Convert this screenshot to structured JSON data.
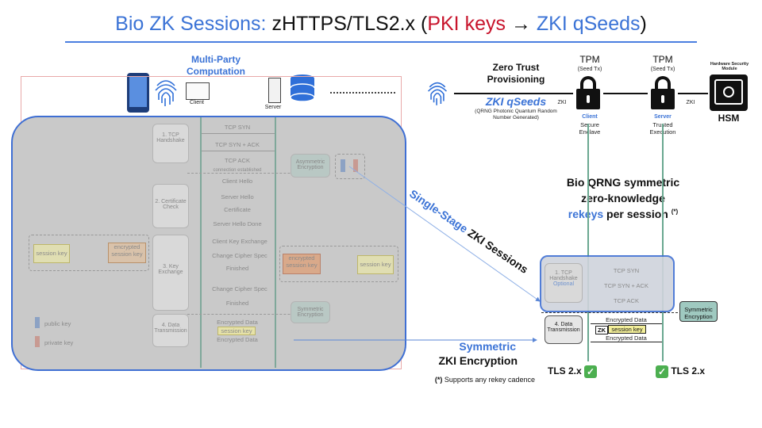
{
  "title": {
    "part1": "Bio ZK Sessions:",
    "part2": "zHTTPS/TLS2.x (",
    "part3": "PKI keys",
    "arrow": "→",
    "part4": "ZKI qSeeds",
    "part5": ")"
  },
  "mpc_label": "Multi-Party Computation",
  "left": {
    "client_label": "Client",
    "server_label": "Server",
    "steps": [
      "1. TCP Handshake",
      "2. Certificate Check",
      "3. Key Exchange",
      "4. Data Transmission"
    ],
    "messages": [
      "TCP SYN",
      "TCP SYN + ACK",
      "TCP ACK",
      "connection established",
      "Client Hello",
      "Server Hello",
      "Certificate",
      "Server Hello Done",
      "Client Key Exchange",
      "Change Cipher Spec",
      "Finished",
      "Change Cipher Spec",
      "Finished",
      "Encrypted Data",
      "session key",
      "Encrypted Data"
    ],
    "asymmetric": "Asymmetric Encryption",
    "symmetric": "Symmetric Encryption",
    "session_key": "session key",
    "encrypted_session_key": "encrypted session key",
    "public_key": "public key",
    "private_key": "private key"
  },
  "right": {
    "zero_trust": "Zero Trust Provisioning",
    "zki_qseeds": "ZKI qSeeds",
    "qrng_note": "(QRNG Photonic Quantum Random Number Generated)",
    "tpm_left": "TPM",
    "tpm_left_seed": "(Seed Tx)",
    "tpm_right": "TPM",
    "tpm_right_seed": "(Seed Tx)",
    "zki_left": "ZKI",
    "zki_right": "ZKI",
    "client_role": "Client",
    "client_desc": "Secure Enclave",
    "server_role": "Server",
    "server_desc": "Trusted Execution",
    "hsm_top": "Hardware Security Module",
    "hsm": "HSM",
    "bio_line1": "Bio QRNG symmetric",
    "bio_line2": "zero-knowledge",
    "bio_rekeys": "rekeys",
    "bio_line3": "per session",
    "asterisk": "(*)",
    "single_stage_a": "Single-Stage",
    "single_stage_b": "ZKI Sessions",
    "mini_step1": "1. TCP Handshake",
    "mini_optional": "Optional",
    "mini_msgs": [
      "TCP SYN",
      "TCP SYN + ACK",
      "TCP ACK"
    ],
    "mini_step4": "4. Data Transmission",
    "mini_encrypted1": "Encrypted Data",
    "mini_zk": "ZK",
    "mini_session_key": "session key",
    "mini_encrypted2": "Encrypted Data",
    "mini_symmetric": "Symmetric Encryption",
    "sym_line1": "Symmetric",
    "sym_line2": "ZKI Encryption",
    "footnote_mark": "(*)",
    "footnote": "Supports any rekey cadence",
    "tls_left": "TLS 2.x",
    "tls_right": "TLS 2.x",
    "check": "✓"
  },
  "colors": {
    "accent_blue": "#3b73d6",
    "accent_red": "#c8142c",
    "check_green": "#4caf50"
  }
}
